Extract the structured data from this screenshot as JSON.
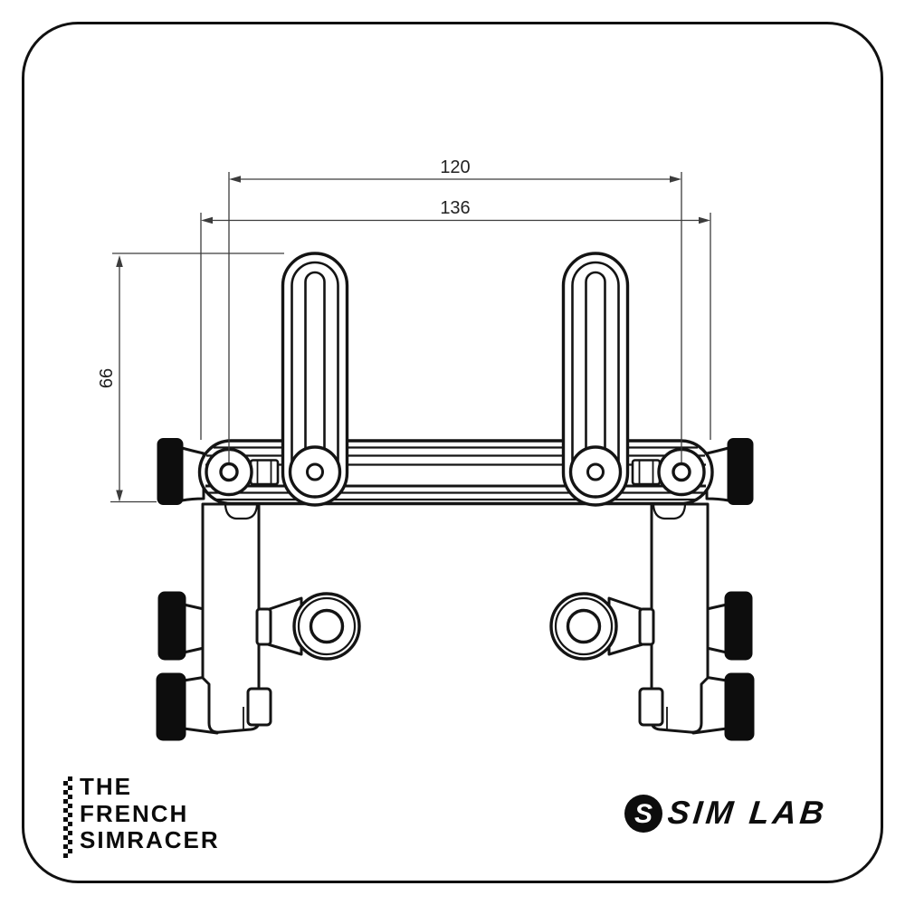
{
  "page": {
    "background_color": "#ffffff",
    "frame_color": "#111111"
  },
  "drawing": {
    "type": "technical-line-drawing",
    "dimensions": {
      "hole_spacing": {
        "value": "120"
      },
      "overall_width": {
        "value": "136"
      },
      "height": {
        "value": "66"
      }
    },
    "colors": {
      "outline": "#141414",
      "dimension_line": "#3c3c3c",
      "fill": "#ffffff",
      "grip_knobs": "#0d0d0d"
    }
  },
  "branding": {
    "french_simracer": {
      "line1": "THE",
      "line2": "FRENCH",
      "line3": "SIMRACER"
    },
    "sim_lab": {
      "icon_letter": "S",
      "name": "SIM LAB"
    }
  }
}
